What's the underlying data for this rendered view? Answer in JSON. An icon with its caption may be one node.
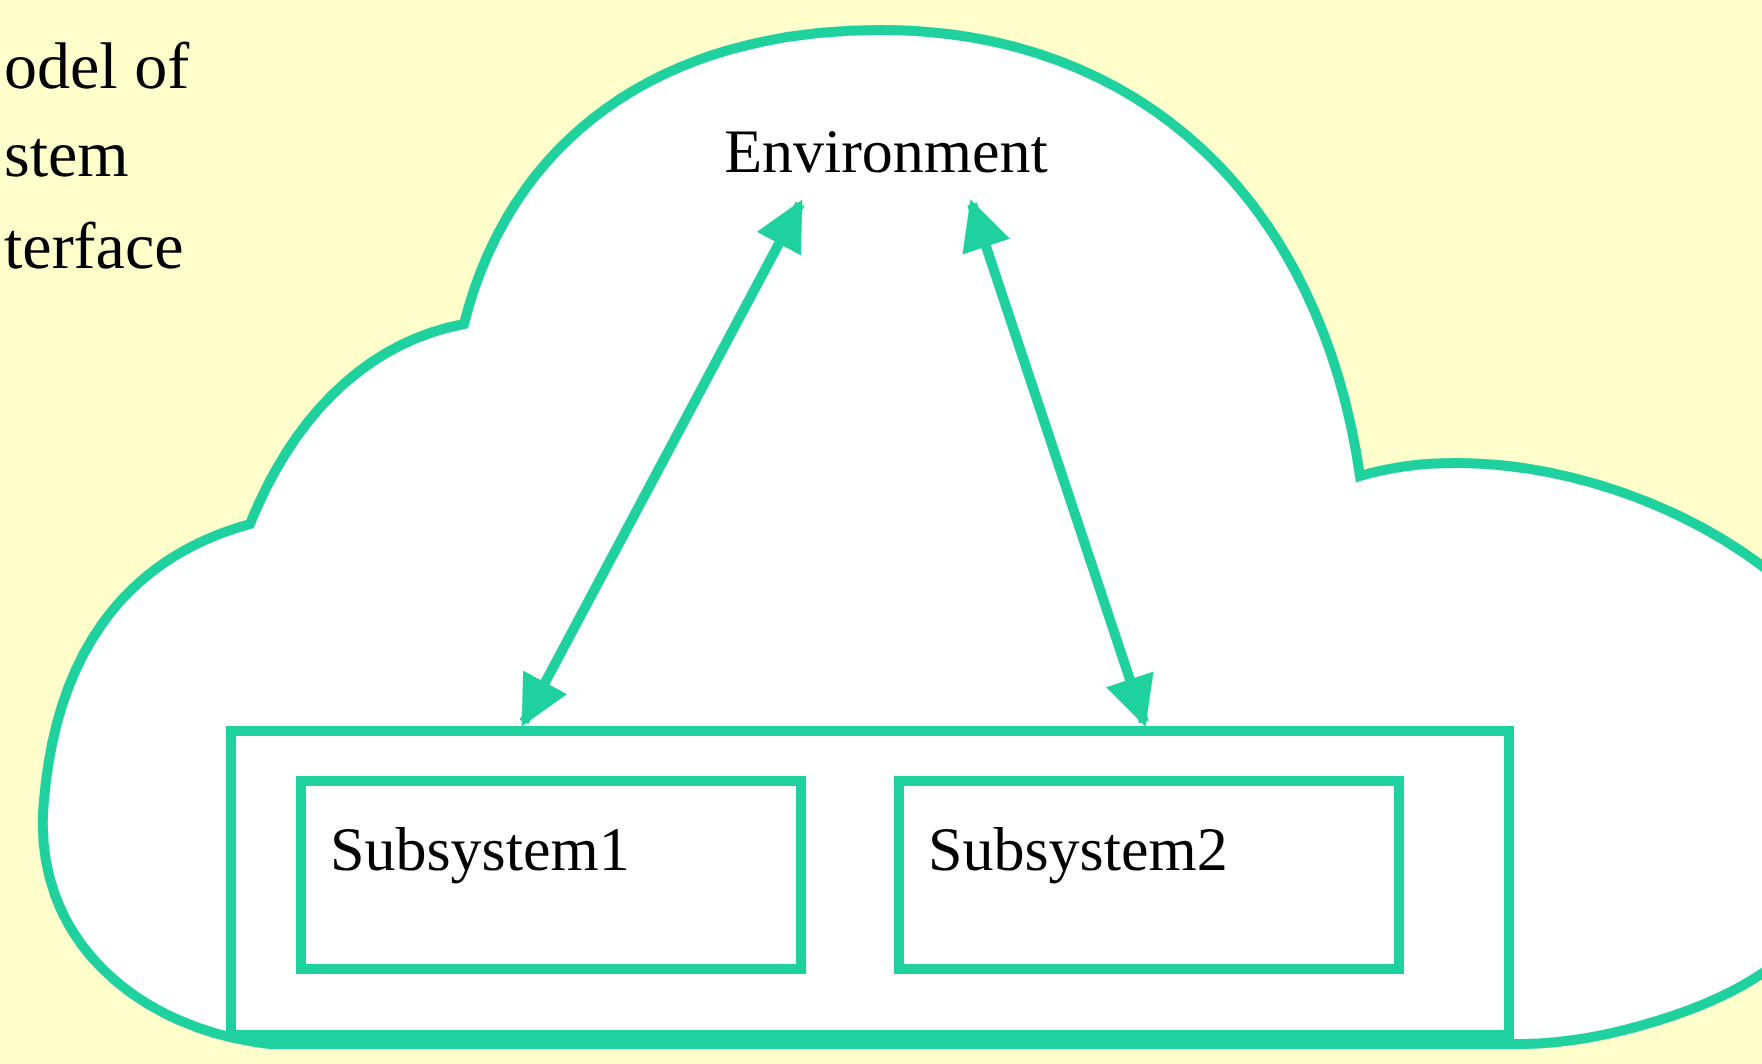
{
  "diagram": {
    "nodes": [
      {
        "text": [],
        "shape": "cloud"
      },
      {
        "text": [
          "Environment"
        ],
        "in": 0
      },
      {
        "text": [],
        "shape": "box",
        "in": 0
      },
      {
        "text": [
          "Subsystem1"
        ],
        "in": 2
      },
      {
        "text": [
          "Subsystem2"
        ],
        "in": 2
      }
    ],
    "edges": [
      {
        "from": 1,
        "to": 2,
        "arrow": "both"
      },
      {
        "from": 1,
        "to": 2,
        "arrow": "both"
      }
    ],
    "labels": [
      "odel of",
      "stem",
      "terface"
    ]
  }
}
